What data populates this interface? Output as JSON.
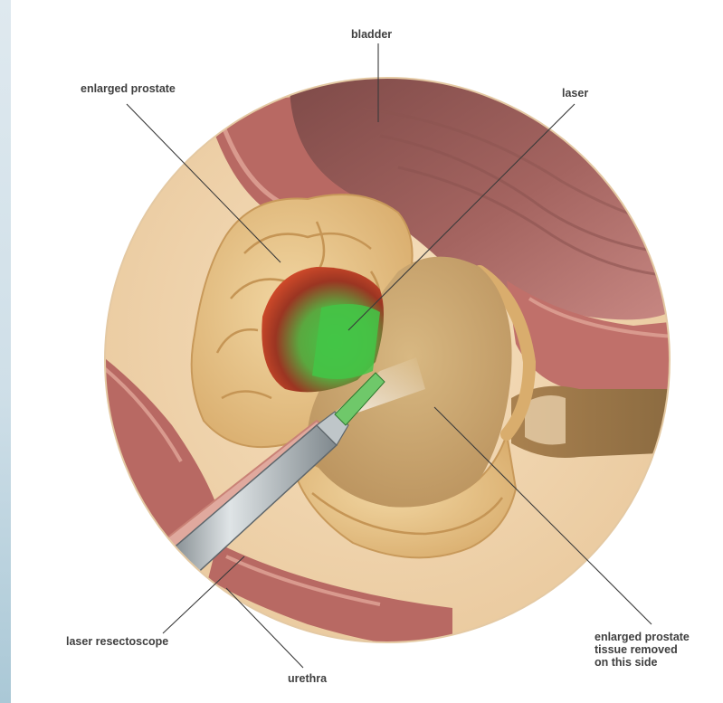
{
  "labels": {
    "bladder": "bladder",
    "enlarged_prostate": "enlarged prostate",
    "laser": "laser",
    "laser_resectoscope": "laser resectoscope",
    "urethra": "urethra",
    "removed_tissue_line1": "enlarged prostate",
    "removed_tissue_line2": "tissue removed",
    "removed_tissue_line3": "on this side"
  },
  "colors": {
    "background": "#ffffff",
    "skin_tone": "#f2d8b2",
    "muscle": "#c26a62",
    "bladder_wall": "#9a5a55",
    "prostate": "#e8c68b",
    "cavity": "#cda873",
    "laser_green": "#4dbf4f",
    "burn_red": "#b42a1e",
    "scope_metal": "#9aa3a8",
    "leader_lines": "#3a3a3a"
  }
}
